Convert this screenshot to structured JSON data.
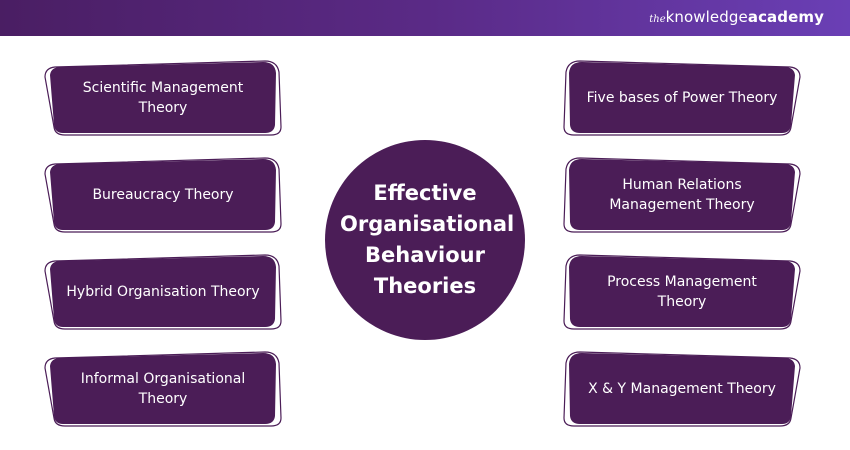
{
  "header": {
    "brand_the": "the",
    "brand_knowledge": "knowledge",
    "brand_academy": "academy"
  },
  "center": {
    "title": "Effective Organisational Behaviour Theories"
  },
  "left_items": [
    {
      "label": "Scientific Management Theory"
    },
    {
      "label": "Bureaucracy Theory"
    },
    {
      "label": "Hybrid Organisation Theory"
    },
    {
      "label": "Informal Organisational Theory"
    }
  ],
  "right_items": [
    {
      "label": "Five bases of Power Theory"
    },
    {
      "label": "Human Relations Management Theory"
    },
    {
      "label": "Process Management Theory"
    },
    {
      "label": "X & Y Management Theory"
    }
  ],
  "colors": {
    "box_fill": "#4b1d57",
    "box_outline": "#4b1d57",
    "header_start": "#4a1e63",
    "header_end": "#6a3fb5"
  }
}
